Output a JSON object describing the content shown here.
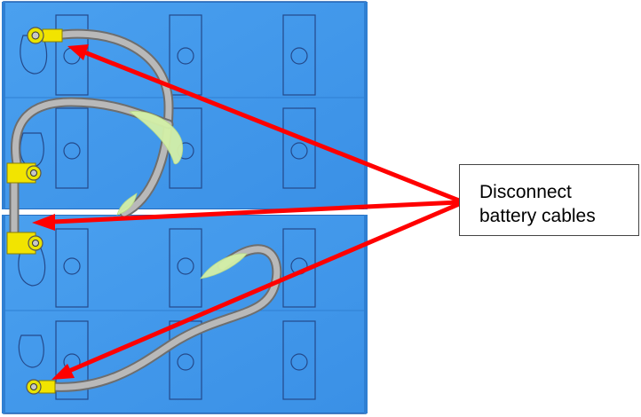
{
  "callout": {
    "line1": "Disconnect",
    "line2": "battery cables"
  },
  "colors": {
    "battery_body": "#3f97ec",
    "battery_edge": "#1f5fb0",
    "cable": "#a8a8a8",
    "cable_highlight": "#d4f0a8",
    "terminal_clamp": "#f2e400",
    "arrow": "#ff0000"
  },
  "icons": {
    "arrow": "red-arrow",
    "terminal": "battery-terminal-icon"
  }
}
